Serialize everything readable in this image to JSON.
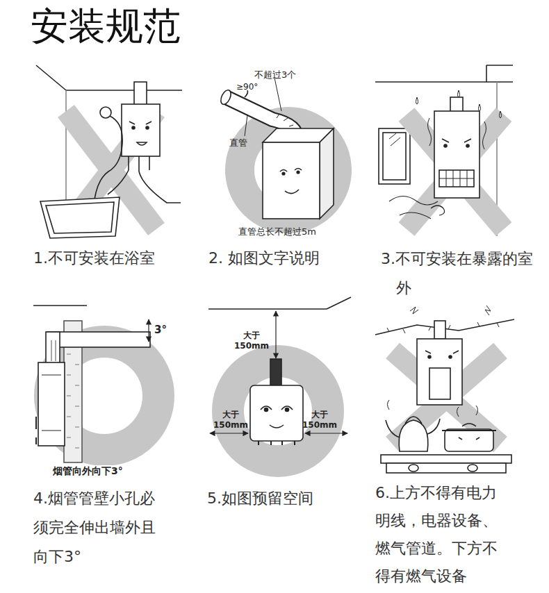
{
  "diagram": {
    "title": "安装规范",
    "labels": [
      "不超过3个",
      "≥90°",
      "直管",
      "直管总长不超过5m",
      "1.不可安装在浴室",
      "2. 如图文字说明",
      "3.不可安装在暴露的室外",
      "3°",
      "烟管向外向下3°",
      "4.烟管管壁小孔必须完全伸出墙外且向下3°",
      "大于 150mm",
      "大于 150mm",
      "大于 150mm",
      "5.如图预留空间",
      "6.上方不得有电力明线，电器设备、燃气管道。下方不得有燃气设备"
    ]
  }
}
